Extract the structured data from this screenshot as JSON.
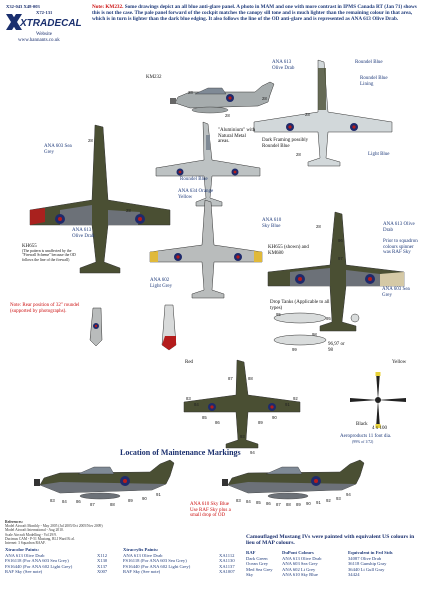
{
  "header": {
    "codes_line": "X32-043  X48-003",
    "code_2": "X72-131",
    "brand": "XTRADECAL",
    "website_label": "Website",
    "website_url": "www.hannants.co.uk"
  },
  "note": {
    "label": "Note: KM232.",
    "text": "Some drawings depict an all blue anti-glare panel. A photo in MAM and one with more contrast in IPMS Canada RT (Jan 71) shows this is not the case. The pale panel forward of the cockpit matches the canopy sill tone and is much lighter than the remaining colour in that area, which is in turn is lighter than the dark blue edging. It also follows the line of the OD anti-glare and is represented as ANA 613 Olive Drab."
  },
  "callouts": {
    "km232": "KM232",
    "aluminium": "\"Aluminium\" with Natural Metal areas.",
    "ana613_top": "ANA 613 Olive Drab",
    "roundel_blue_top": "Roundel Blue",
    "roundel_blue_lining": "Roundel Blue Lining",
    "dark_framing": "Dark Framing possibly Roundel Blue",
    "light_blue": "Light Blue",
    "ana603_left": "ANA 603 Sea Grey",
    "roundel_blue_mid": "Roundel Blue",
    "ana634": "ANA 634 Orange Yellow",
    "ana610": "ANA 610 Sky Blue",
    "ana613_left": "ANA 613 Olive Drab",
    "kh655_note_title": "KH655",
    "kh655_note": "(The pattern is unaffected by the \"Firewall Scheme\" because the OD follows the line of the firewall)",
    "kh655_shown": "KH655 (shown) and KM680",
    "ana602": "ANA 602 Light Grey",
    "ana613_right": "ANA 613 Olive Drab",
    "prior_spinner": "Prior to squadron colours spinner was RAF Sky",
    "ana603_right": "ANA 603 Sea Grey",
    "rear_roundel": "Note: Rear position of 32\" roundel (supported by photographs).",
    "drop_tanks": "Drop Tanks (Applicable to all types)",
    "red": "Red",
    "yellow": "Yellow",
    "black": "Black",
    "aeroproducts": "Aeroproducts 11 foot dia.",
    "aeroproducts_scale": "(99% of 1/72)",
    "prop_scale": "4 x 100",
    "uw_sky_blue": "ANA 610 Sky Blue Use RAF Sky plus a small drop of OD",
    "maintenance": "Location of Maintenance Markings",
    "val_9697": "96,97 or 98"
  },
  "stencil_numbers": {
    "top_view": [
      "28",
      "28",
      "28"
    ],
    "right_top": [
      "28",
      "28"
    ],
    "left_camo": [
      "28",
      "28"
    ],
    "right_camo": [
      "28",
      "96",
      "97"
    ],
    "tanks": [
      "95",
      "95",
      "98",
      "99"
    ],
    "under_plan": [
      "83",
      "84",
      "85",
      "86",
      "87",
      "88",
      "89",
      "90",
      "91",
      "92",
      "93",
      "94"
    ],
    "side_lower_left": [
      "83",
      "84",
      "86",
      "87",
      "88",
      "89",
      "90",
      "91"
    ],
    "side_lower_right": [
      "83",
      "84",
      "85",
      "86",
      "87",
      "88",
      "89",
      "90",
      "91",
      "92",
      "93",
      "94"
    ]
  },
  "paints": {
    "xtracolor_title": "Xtracolor Paints:",
    "xtracolor": [
      [
        "ANA 613 Olive Drab",
        "X112"
      ],
      [
        "FS16118 (For ANA 603 Sea Grey)",
        "X130"
      ],
      [
        "FS16440 (For ANA 602 Light Grey)",
        "X137"
      ],
      [
        "RAF Sky (See note)",
        "X007"
      ]
    ],
    "xtracrylix_title": "Xtracrylix Paints:",
    "xtracrylix": [
      [
        "ANA 613 Olive Drab",
        "XA1112"
      ],
      [
        "FS16118 (For ANA 603 Sea Grey)",
        "XA1130"
      ],
      [
        "FS16440 (For ANA 602 Light Grey)",
        "XA1137"
      ],
      [
        "RAF Sky (See note)",
        "XA1007"
      ]
    ],
    "camo_title": "Camouflaged Mustang IVs were painted with equivalent US colours in lieu of MAP colours.",
    "camo_headers": [
      "RAF",
      "DuPont Colours",
      "Equivalent in Fed Stds"
    ],
    "camo_rows": [
      [
        "Dark Green",
        "ANA 613 Olive Drab",
        "34087 Olive Drab"
      ],
      [
        "Ocean Grey",
        "ANA 603 Sea Grey",
        "36118 Gunship Gray"
      ],
      [
        "Med Sea Grey",
        "ANA 602 Lt Grey",
        "36440 Lt Gull Gray"
      ],
      [
        "Sky",
        "ANA 610 Sky Blue",
        "34424"
      ]
    ]
  },
  "references": {
    "title": "References:",
    "lines": [
      "Model Aircraft Monthly - May 2005 (Jul 2005/Oct 2005/Nov 2009)",
      "Model Aircraft International - Aug 2010.",
      "Scale Aircraft Modelling - Vol 29/9.",
      "Ducimus CAM - P-51 Mustang, RLI Ward Et al.",
      "Internet: 3 Squadron RAAF."
    ]
  },
  "colors": {
    "olive_drab": "#4a4f33",
    "sea_grey": "#6c7178",
    "light_grey": "#b9bcbc",
    "sky_blue": "#aeb8ba",
    "roundel_blue": "#1f2a6b",
    "roundel_red": "#b41c1c",
    "note_red": "#cc1111",
    "text_blue": "#1e3a7a"
  }
}
